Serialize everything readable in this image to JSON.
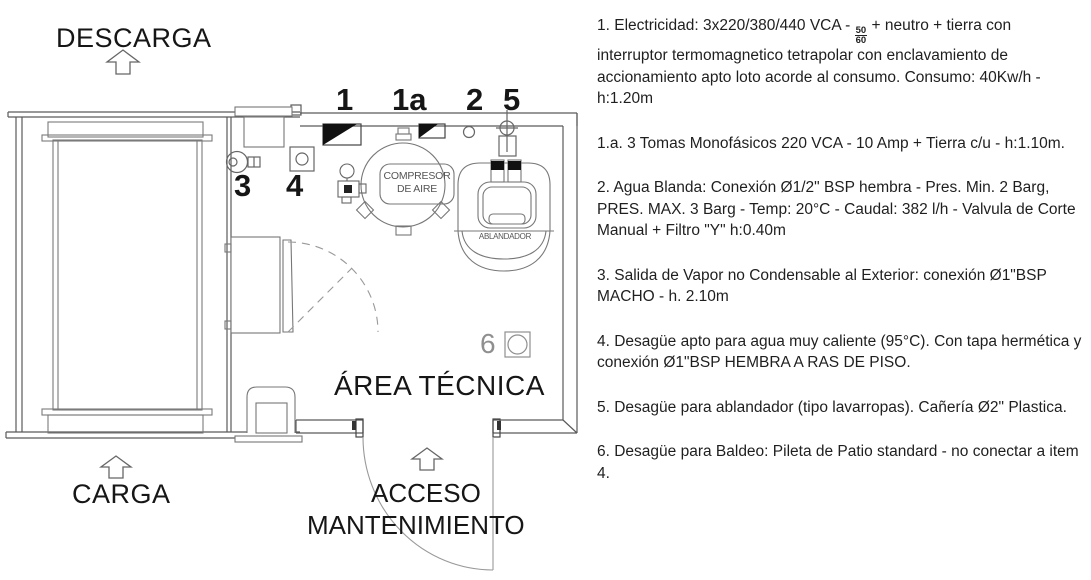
{
  "plan": {
    "zones": {
      "descarga": "DESCARGA",
      "carga": "CARGA",
      "acceso_line1": "ACCESO",
      "acceso_line2": "MANTENIMIENTO",
      "area_tecnica": "ÁREA TÉCNICA"
    },
    "equipment": {
      "compresor_line1": "COMPRESOR",
      "compresor_line2": "DE AIRE",
      "ablandador": "ABLANDADOR"
    },
    "markers": {
      "m1": "1",
      "m1a": "1a",
      "m2": "2",
      "m3": "3",
      "m4": "4",
      "m5": "5",
      "m6": "6"
    }
  },
  "notes": [
    {
      "prefix": "1. Electricidad: 3x220/380/440 VCA - ",
      "frac_num": "50",
      "frac_den": "60",
      "suffix": " + neutro + tierra con interruptor termomagnetico tetrapolar con enclavamiento de accionamiento apto loto acorde al consumo. Consumo: 40Kw/h - h:1.20m"
    },
    {
      "text": "1.a. 3 Tomas Monofásicos 220 VCA - 10 Amp + Tierra c/u - h:1.10m."
    },
    {
      "text": "2. Agua Blanda: Conexión Ø1/2\" BSP hembra - Pres. Min. 2 Barg, PRES. MAX. 3 Barg - Temp: 20°C - Caudal: 382 l/h - Valvula de Corte Manual + Filtro \"Y\" h:0.40m"
    },
    {
      "text": "3. Salida de Vapor no Condensable al Exterior: conexión Ø1\"BSP MACHO - h. 2.10m"
    },
    {
      "text": "4. Desagüe apto para agua muy caliente (95°C). Con tapa hermética y conexión Ø1\"BSP HEMBRA A RAS DE PISO."
    },
    {
      "text": "5. Desagüe para ablandador (tipo lavarropas). Cañería Ø2\" Plastica."
    },
    {
      "text": "6. Desagüe para Baldeo: Pileta de Patio standard - no conectar a item 4."
    }
  ],
  "colors": {
    "background": "#ffffff",
    "line": "#777777",
    "wall": "#555555",
    "text": "#1f1f1f",
    "muted": "#8f8f8f",
    "black_fill": "#111111"
  }
}
